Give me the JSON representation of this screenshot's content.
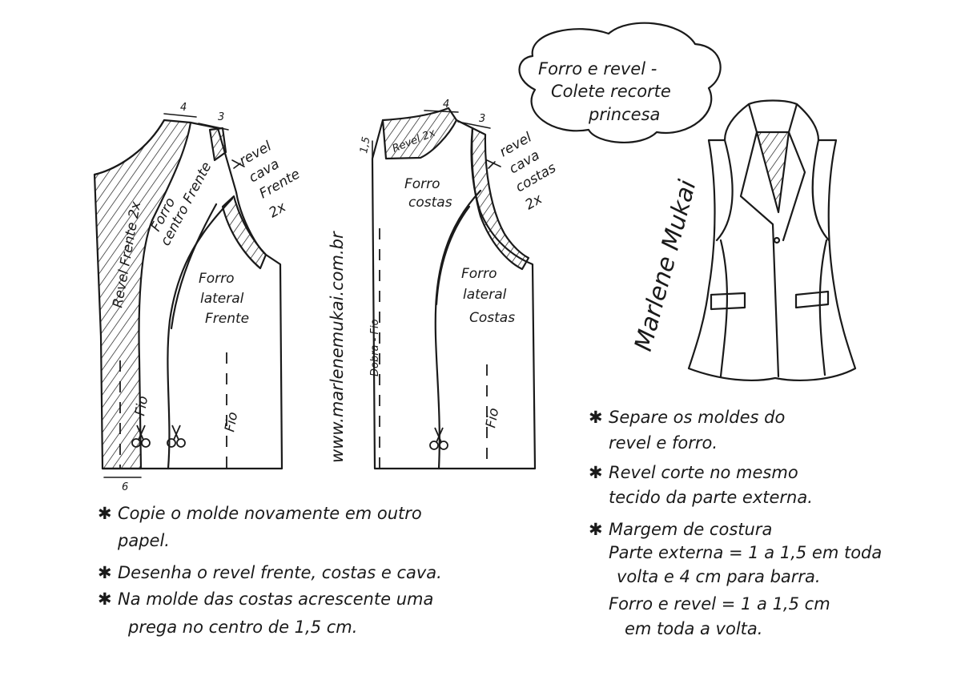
{
  "cloud": {
    "line1": "Forro e revel -",
    "line2": "Colete recorte",
    "line3": "princesa"
  },
  "front": {
    "measure_top_left": "4",
    "measure_top_right": "3",
    "measure_bottom": "6",
    "label_revel_frente": "Revel Frente 2x",
    "label_fio_left": "Fio",
    "label_forro_centro_1": "Forro",
    "label_forro_centro_2": "centro Frente",
    "label_revel_cava_1": "revel",
    "label_revel_cava_2": "cava",
    "label_revel_cava_3": "Frente",
    "label_revel_cava_4": "2x",
    "label_forro_lateral_1": "Forro",
    "label_forro_lateral_2": "lateral",
    "label_forro_lateral_3": "Frente",
    "label_fio_right": "Fio"
  },
  "website": "www.marlenemukai.com.br",
  "back": {
    "measure_top_left": "4",
    "measure_top_right": "3",
    "measure_side": "1,5",
    "label_revel_costas": "Revel 2x",
    "label_forro_costas_1": "Forro",
    "label_forro_costas_2": "costas",
    "label_revel_cava_1": "revel",
    "label_revel_cava_2": "cava",
    "label_revel_cava_3": "costas",
    "label_revel_cava_4": "2x",
    "label_dobra_fio": "Dobra - Fio",
    "label_forro_lateral_1": "Forro",
    "label_forro_lateral_2": "lateral",
    "label_forro_lateral_3": "Costas",
    "label_fio": "Fio"
  },
  "signature": "Marlene Mukai",
  "instructions_left": [
    "Copie o molde novamente em outro",
    "papel.",
    "Desenha o revel frente, costas e cava.",
    "Na molde das costas acrescente uma",
    "prega no centro de 1,5 cm."
  ],
  "instructions_right": [
    "Separe os moldes do",
    "revel e forro.",
    "Revel corte no mesmo",
    "tecido da parte externa.",
    "Margem de costura",
    "Parte externa = 1 a 1,5 em toda",
    "volta e 4 cm para barra.",
    "Forro e revel = 1 a 1,5 cm",
    "em toda a volta."
  ],
  "icons": [
    "scissors-icon",
    "asterisk-icon",
    "vest-illustration"
  ],
  "colors": {
    "ink": "#1a1a1a",
    "paper": "#ffffff"
  }
}
